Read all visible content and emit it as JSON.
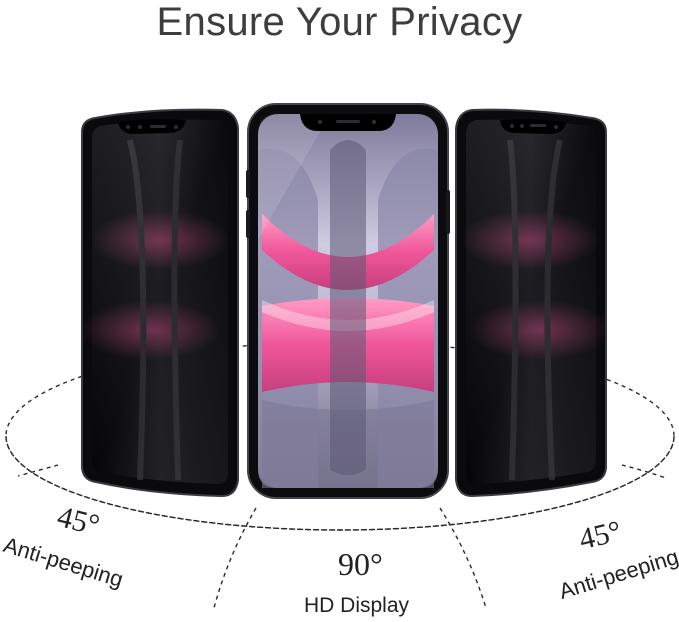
{
  "title": "Ensure Your Privacy",
  "left": {
    "angle": "45°",
    "caption": "Anti-peeping"
  },
  "center": {
    "angle": "90°",
    "caption": "HD Display"
  },
  "right": {
    "angle": "45°",
    "caption": "Anti-peeping"
  },
  "icons": {
    "left_phone": "privacy-screen-phone-icon",
    "center_phone": "clear-screen-phone-icon",
    "right_phone": "privacy-screen-phone-icon"
  },
  "colors": {
    "title": "#3d3d3d",
    "text": "#222222",
    "wallpaper_pink": "#f06aa0",
    "screen_dark": "#16161a"
  }
}
